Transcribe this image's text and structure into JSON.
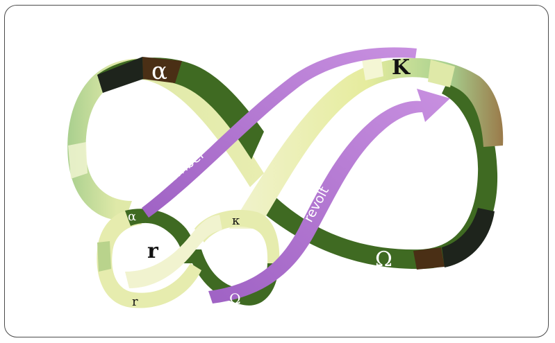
{
  "colors": {
    "band_light": "#e6ecae",
    "band_pale": "#f4f6d4",
    "band_mid": "#b9d38c",
    "band_dark": "#3f6a22",
    "band_brown": "#4a2f15",
    "band_black": "#1e241c",
    "arrow": "#b27ad0",
    "frame": "#4a4a4a"
  },
  "large_loop": {
    "alpha": "α",
    "kappa": "K",
    "omega": "Ω"
  },
  "small_loop": {
    "alpha": "α",
    "kappa": "κ",
    "r_big": "r",
    "r_small": "r",
    "omega": "Ω"
  },
  "arrows": {
    "remember": "remember",
    "revolt": "revolt"
  }
}
